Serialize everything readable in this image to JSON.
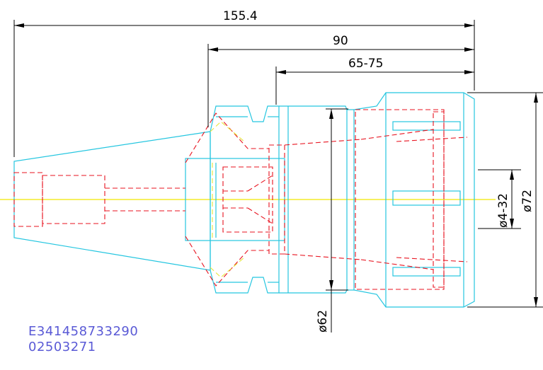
{
  "dimensions": {
    "overall_length": "155.4",
    "taper_length": "90",
    "range": "65-75",
    "diam_bore": "ø4-32",
    "diam_outer": "ø72",
    "diam_flange": "ø62"
  },
  "codes": {
    "line1": "E341458733290",
    "line2": "02503271"
  },
  "colors": {
    "outline": "#25c6e0",
    "hidden": "#e8131f",
    "centerline": "#f2e600",
    "dimension": "#000000",
    "code_text": "#5a5ad6"
  }
}
